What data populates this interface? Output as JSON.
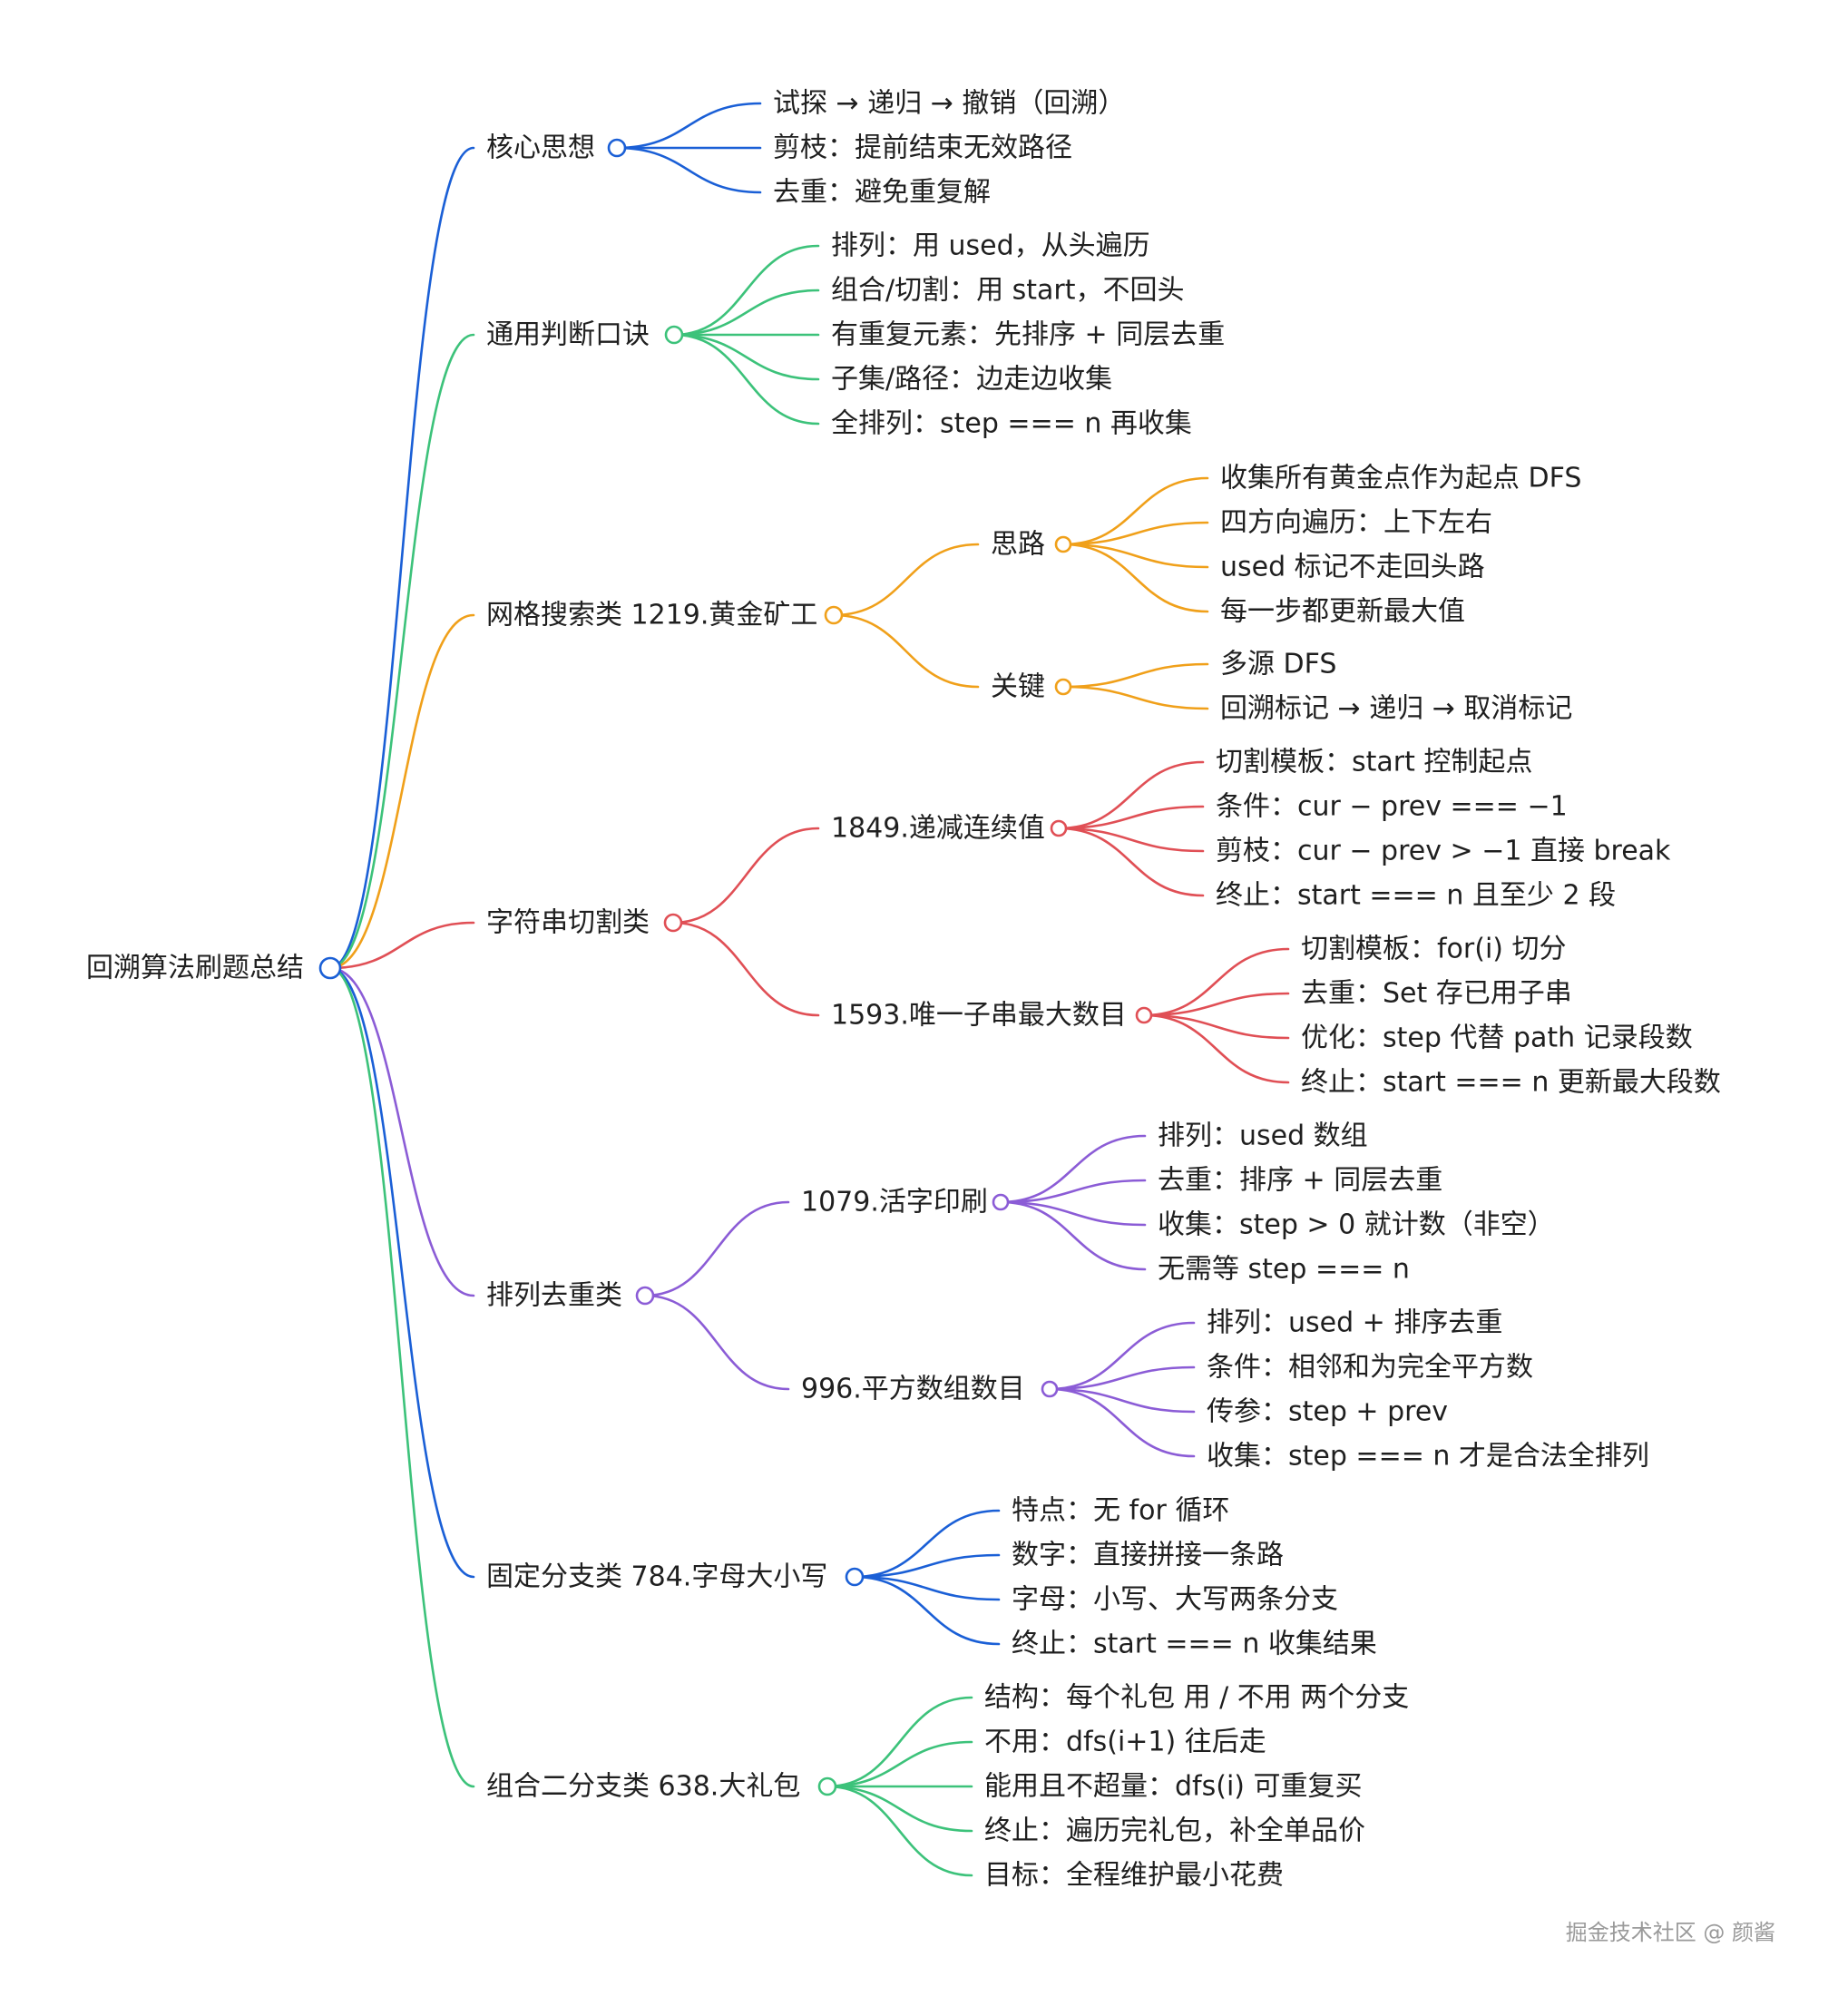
{
  "colors": {
    "blue": "#1a5fd6",
    "green": "#3cc27a",
    "orange": "#f0a01a",
    "red": "#e04f55",
    "purple": "#8b5cd6"
  },
  "root": {
    "label": "回溯算法刷题总结"
  },
  "branches": [
    {
      "label": "核心思想",
      "color": "blue",
      "children": [
        {
          "label": "试探 → 递归 → 撤销（回溯）"
        },
        {
          "label": "剪枝：提前结束无效路径"
        },
        {
          "label": "去重：避免重复解"
        }
      ]
    },
    {
      "label": "通用判断口诀",
      "color": "green",
      "children": [
        {
          "label": "排列：用 used，从头遍历"
        },
        {
          "label": "组合/切割：用 start，不回头"
        },
        {
          "label": "有重复元素：先排序 + 同层去重"
        },
        {
          "label": "子集/路径：边走边收集"
        },
        {
          "label": "全排列：step === n 再收集"
        }
      ]
    },
    {
      "label": "网格搜索类 1219.黄金矿工",
      "color": "orange",
      "children": [
        {
          "label": "思路",
          "children": [
            {
              "label": "收集所有黄金点作为起点 DFS"
            },
            {
              "label": "四方向遍历：上下左右"
            },
            {
              "label": "used 标记不走回头路"
            },
            {
              "label": "每一步都更新最大值"
            }
          ]
        },
        {
          "label": "关键",
          "children": [
            {
              "label": "多源 DFS"
            },
            {
              "label": "回溯标记 → 递归 → 取消标记"
            }
          ]
        }
      ]
    },
    {
      "label": "字符串切割类",
      "color": "red",
      "children": [
        {
          "label": "1849.递减连续值",
          "children": [
            {
              "label": "切割模板：start 控制起点"
            },
            {
              "label": "条件：cur − prev === −1"
            },
            {
              "label": "剪枝：cur − prev > −1 直接 break"
            },
            {
              "label": "终止：start === n 且至少 2 段"
            }
          ]
        },
        {
          "label": "1593.唯一子串最大数目",
          "children": [
            {
              "label": "切割模板：for(i) 切分"
            },
            {
              "label": "去重：Set 存已用子串"
            },
            {
              "label": "优化：step 代替 path 记录段数"
            },
            {
              "label": "终止：start === n 更新最大段数"
            }
          ]
        }
      ]
    },
    {
      "label": "排列去重类",
      "color": "purple",
      "children": [
        {
          "label": "1079.活字印刷",
          "children": [
            {
              "label": "排列：used 数组"
            },
            {
              "label": "去重：排序 + 同层去重"
            },
            {
              "label": "收集：step > 0 就计数（非空）"
            },
            {
              "label": "无需等 step === n"
            }
          ]
        },
        {
          "label": "996.平方数组数目",
          "children": [
            {
              "label": "排列：used + 排序去重"
            },
            {
              "label": "条件：相邻和为完全平方数"
            },
            {
              "label": "传参：step + prev"
            },
            {
              "label": "收集：step === n 才是合法全排列"
            }
          ]
        }
      ]
    },
    {
      "label": "固定分支类 784.字母大小写",
      "color": "blue",
      "children": [
        {
          "label": "特点：无 for 循环"
        },
        {
          "label": "数字：直接拼接一条路"
        },
        {
          "label": "字母：小写、大写两条分支"
        },
        {
          "label": "终止：start === n 收集结果"
        }
      ]
    },
    {
      "label": "组合二分支类 638.大礼包",
      "color": "green",
      "children": [
        {
          "label": "结构：每个礼包 用 / 不用 两个分支"
        },
        {
          "label": "不用：dfs(i+1) 往后走"
        },
        {
          "label": "能用且不超量：dfs(i) 可重复买"
        },
        {
          "label": "终止：遍历完礼包，补全单品价"
        },
        {
          "label": "目标：全程维护最小花费"
        }
      ]
    }
  ],
  "watermark": "掘金技术社区 @ 颜酱"
}
